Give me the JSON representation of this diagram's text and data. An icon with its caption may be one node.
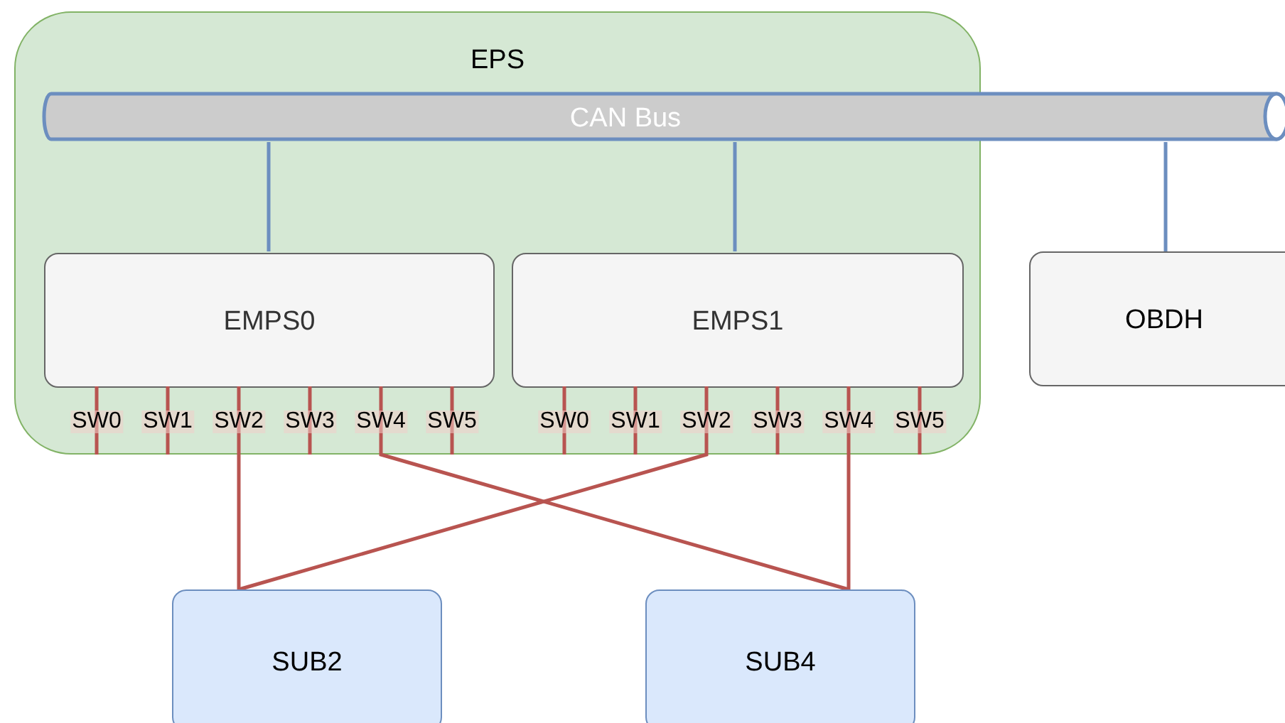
{
  "diagram": {
    "nodes": [
      {
        "text": [
          "EPS"
        ]
      },
      {
        "text": [
          "CAN Bus"
        ]
      },
      {
        "text": [
          "EMPS0"
        ],
        "in": 0
      },
      {
        "text": [
          "EMPS1"
        ],
        "in": 0
      },
      {
        "text": [
          "OBDH"
        ]
      },
      {
        "text": [
          "SUB2"
        ]
      },
      {
        "text": [
          "SUB4"
        ]
      }
    ],
    "edges": [
      {
        "from": 1,
        "to": 2,
        "arrow": "none",
        "color": "#6c8ebf"
      },
      {
        "from": 1,
        "to": 3,
        "arrow": "none",
        "color": "#6c8ebf"
      },
      {
        "from": 1,
        "to": 4,
        "arrow": "none",
        "color": "#6c8ebf"
      },
      {
        "from": 2,
        "to": null,
        "arrow": "none",
        "label": "SW0"
      },
      {
        "from": 2,
        "to": null,
        "arrow": "none",
        "label": "SW1"
      },
      {
        "from": 2,
        "to": 5,
        "arrow": "none",
        "label": "SW2"
      },
      {
        "from": 2,
        "to": null,
        "arrow": "none",
        "label": "SW3"
      },
      {
        "from": 2,
        "to": 6,
        "arrow": "none",
        "label": "SW4"
      },
      {
        "from": 2,
        "to": null,
        "arrow": "none",
        "label": "SW5"
      },
      {
        "from": 3,
        "to": null,
        "arrow": "none",
        "label": "SW0"
      },
      {
        "from": 3,
        "to": null,
        "arrow": "none",
        "label": "SW1"
      },
      {
        "from": 3,
        "to": 5,
        "arrow": "none",
        "label": "SW2"
      },
      {
        "from": 3,
        "to": null,
        "arrow": "none",
        "label": "SW3"
      },
      {
        "from": 3,
        "to": 6,
        "arrow": "none",
        "label": "SW4"
      },
      {
        "from": 3,
        "to": null,
        "arrow": "none",
        "label": "SW5"
      }
    ]
  }
}
